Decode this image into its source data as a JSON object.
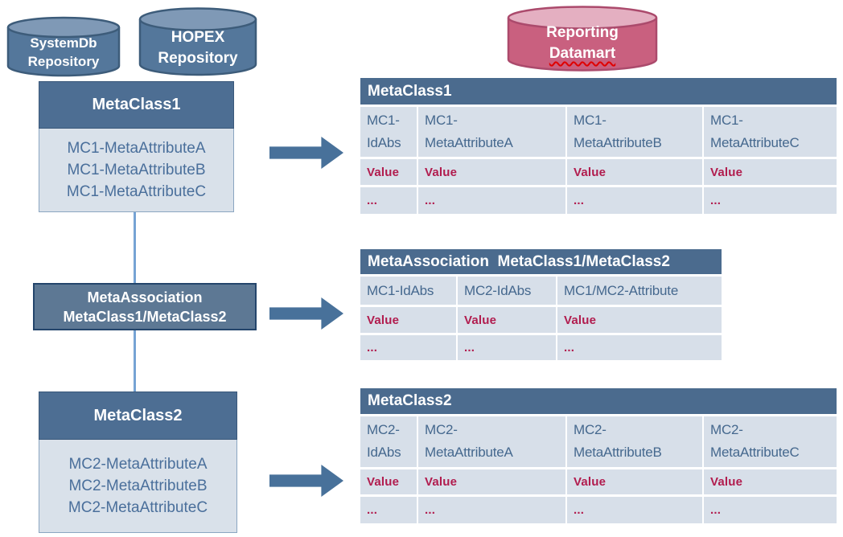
{
  "colors": {
    "cylinder_blue_fill": "#54779b",
    "cylinder_blue_top": "#7f99b6",
    "cylinder_blue_border": "#3d5c7a",
    "cylinder_pink_fill": "#c9607f",
    "cylinder_pink_top": "#e4afc1",
    "cylinder_pink_border": "#ab4a6c",
    "entity_header_bg": "#4d6e93",
    "entity_body_bg": "#d9e1ea",
    "association_bg": "#5d7894",
    "association_border": "#24456b",
    "table_title_bg": "#4b6b8e",
    "table_cell_bg": "#d7dfe9",
    "table_header_text": "#45688e",
    "value_text": "#b11c4e",
    "arrow_fill": "#48719a",
    "connector": "#76a3d4",
    "spellcheck_underline": "#e00000"
  },
  "cylinders": {
    "systemdb": {
      "line1": "SystemDb",
      "line2": "Repository"
    },
    "hopex": {
      "line1": "HOPEX",
      "line2": "Repository"
    },
    "datamart": {
      "line1": "Reporting",
      "line2": "Datamart"
    }
  },
  "left_panel": {
    "metaclass1": {
      "title": "MetaClass1",
      "attributes": [
        "MC1-MetaAttributeA",
        "MC1-MetaAttributeB",
        "MC1-MetaAttributeC"
      ]
    },
    "association": {
      "line1": "MetaAssociation",
      "line2": "MetaClass1/MetaClass2"
    },
    "metaclass2": {
      "title": "MetaClass2",
      "attributes": [
        "MC2-MetaAttributeA",
        "MC2-MetaAttributeB",
        "MC2-MetaAttributeC"
      ]
    }
  },
  "tables": [
    {
      "title": "MetaClass1",
      "columns": [
        "MC1-IdAbs",
        "MC1-MetaAttributeA",
        "MC1-MetaAttributeB",
        "MC1-MetaAttributeC"
      ],
      "rows": [
        [
          "Value",
          "Value",
          "Value",
          "Value"
        ],
        [
          "...",
          "...",
          "...",
          "..."
        ]
      ]
    },
    {
      "title": "MetaAssociation  MetaClass1/MetaClass2",
      "columns": [
        "MC1-IdAbs",
        "MC2-IdAbs",
        "MC1/MC2-Attribute"
      ],
      "rows": [
        [
          "Value",
          "Value",
          "Value"
        ],
        [
          "...",
          "...",
          "..."
        ]
      ]
    },
    {
      "title": "MetaClass2",
      "columns": [
        "MC2-IdAbs",
        "MC2-MetaAttributeA",
        "MC2-MetaAttributeB",
        "MC2-MetaAttributeC"
      ],
      "rows": [
        [
          "Value",
          "Value",
          "Value",
          "Value"
        ],
        [
          "...",
          "...",
          "...",
          "..."
        ]
      ]
    }
  ]
}
